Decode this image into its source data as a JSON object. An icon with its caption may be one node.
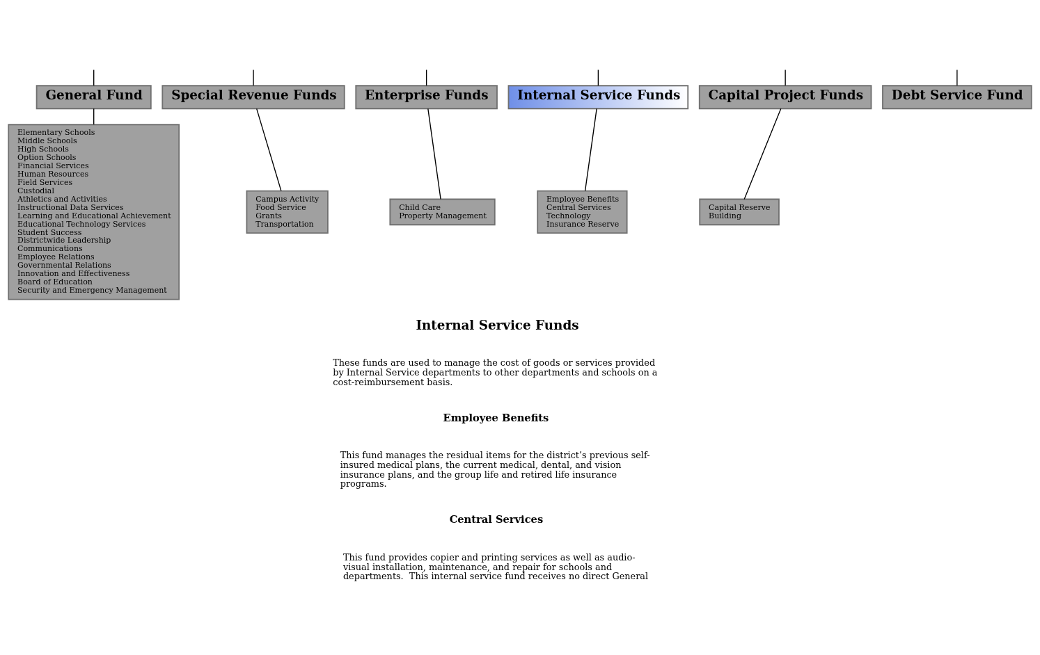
{
  "diagram": {
    "nodes": [
      {
        "text": [
          "General Fund"
        ]
      },
      {
        "text": [
          "Capital Project Funds"
        ]
      },
      {
        "text": [
          "Debt Service Fund"
        ]
      },
      {
        "text": [
          "Special Revenue Funds"
        ]
      },
      {
        "text": [
          "Enterprise Funds"
        ]
      },
      {
        "text": [
          "Internal Service Funds"
        ]
      },
      {
        "text": [
          "Elementary Schools",
          "Middle Schools",
          "High Schools",
          "Option Schools",
          "Financial Services",
          "Human Resources",
          "Field Services",
          "Custodial",
          "Athletics and Activities",
          "Instructional Data Services",
          "Learning and Educational Achievement",
          "Educational Technology Services",
          "Student Success",
          "Districtwide Leadership",
          "Communications",
          "Employee Relations",
          "Governmental Relations",
          "Innovation and Effectiveness",
          "Board of Education",
          "Security and Emergency Management"
        ]
      },
      {
        "text": [
          "Capital Reserve",
          "Building"
        ]
      },
      {
        "text": [
          "Campus Activity",
          "Food Service",
          "Grants",
          "Transportation"
        ]
      },
      {
        "text": [
          "Child Care",
          "Property Management"
        ]
      },
      {
        "text": [
          "Employee Benefits",
          "Central Services",
          "Technology",
          "Insurance Reserve"
        ]
      }
    ],
    "edges": [
      {
        "from": null,
        "to": 0,
        "arrow": "none"
      },
      {
        "from": null,
        "to": 1,
        "arrow": "none"
      },
      {
        "from": null,
        "to": 2,
        "arrow": "none"
      },
      {
        "from": null,
        "to": 3,
        "arrow": "none"
      },
      {
        "from": null,
        "to": 4,
        "arrow": "none"
      },
      {
        "from": null,
        "to": 5,
        "arrow": "none"
      },
      {
        "from": 0,
        "to": 6,
        "arrow": "none"
      },
      {
        "from": 1,
        "to": 7,
        "arrow": "none"
      },
      {
        "from": 3,
        "to": 8,
        "arrow": "none"
      },
      {
        "from": 4,
        "to": 9,
        "arrow": "none"
      },
      {
        "from": 5,
        "to": 10,
        "arrow": "none"
      }
    ],
    "labels": [
      "Internal Service Funds",
      "These funds are used to manage the cost of goods or services provided by Internal Service departments to other departments and schools on a cost-reimbursement basis.",
      "Employee Benefits",
      "This fund manages the residual items for the district’s previous self-insured medical plans, the current medical, dental, and vision insurance plans, and the group life and retired life insurance programs.",
      "Central Services",
      "This fund provides copier and printing services as well as audio-visual installation, maintenance, and repair for schools and departments.  This internal service fund receives no direct General"
    ]
  }
}
